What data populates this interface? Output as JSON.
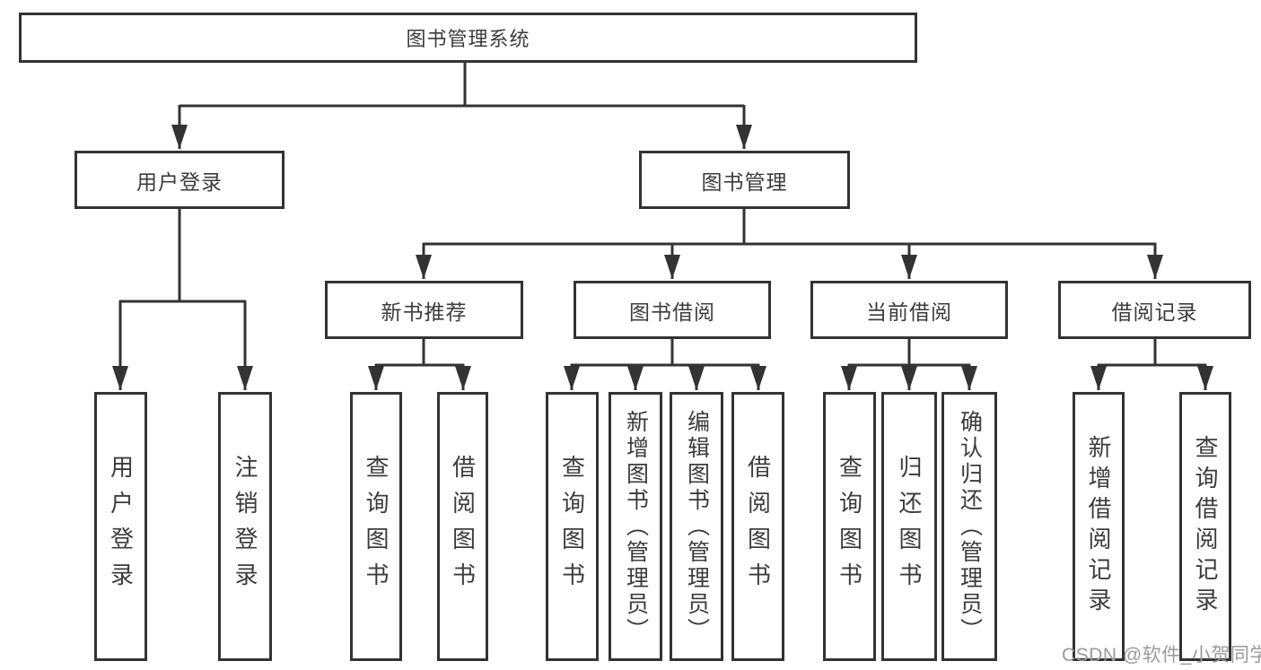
{
  "diagram": {
    "title": "图书管理系统",
    "root": {
      "label": "图书管理系统"
    },
    "branches": [
      {
        "label": "用户登录",
        "children": [
          {
            "label": "用户登录"
          },
          {
            "label": "注销登录"
          }
        ]
      },
      {
        "label": "图书管理",
        "groups": [
          {
            "label": "新书推荐",
            "children": [
              {
                "label": "查询图书"
              },
              {
                "label": "借阅图书"
              }
            ]
          },
          {
            "label": "图书借阅",
            "children": [
              {
                "label": "查询图书"
              },
              {
                "label": "新增图书（管理员）"
              },
              {
                "label": "编辑图书（管理员）"
              },
              {
                "label": "借阅图书"
              }
            ]
          },
          {
            "label": "当前借阅",
            "children": [
              {
                "label": "查询图书"
              },
              {
                "label": "归还图书"
              },
              {
                "label": "确认归还（管理员）"
              }
            ]
          },
          {
            "label": "借阅记录",
            "children": [
              {
                "label": "新增借阅记录"
              },
              {
                "label": "查询借阅记录"
              }
            ]
          }
        ]
      }
    ]
  },
  "watermark": {
    "text": "CSDN @软件_小贺同学",
    "color": "#9e9898"
  },
  "colors": {
    "line": "#333333",
    "border": "#333333",
    "text": "#3c3c3c",
    "bg": "#ffffff"
  }
}
